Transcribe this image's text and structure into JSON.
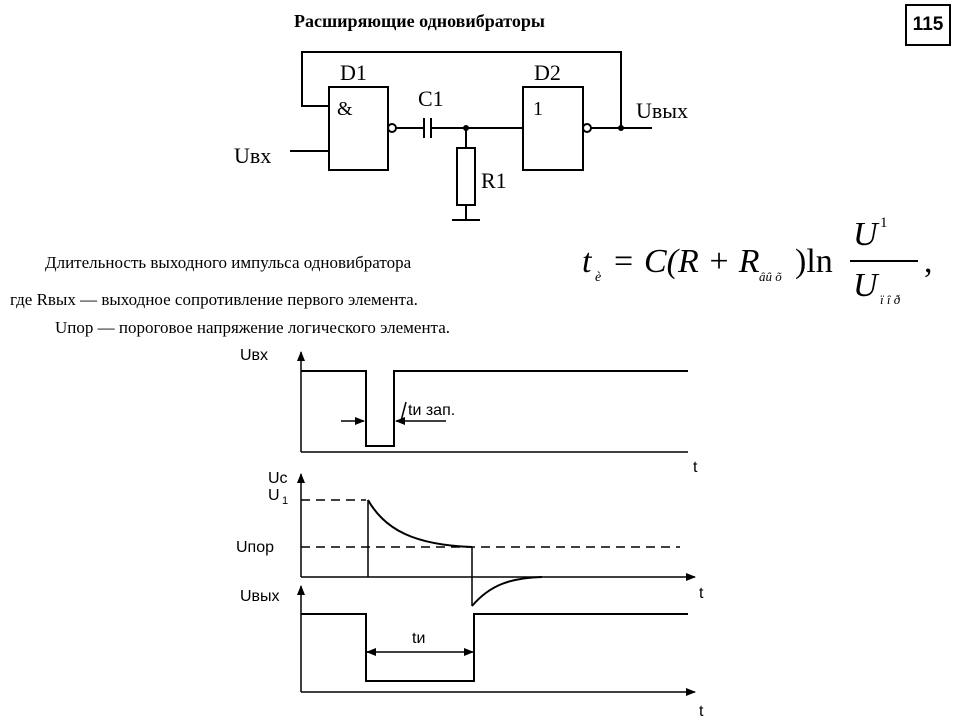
{
  "title": "Расширяющие одновибраторы",
  "page_number": "115",
  "circuit": {
    "d1_label": "D1",
    "d1_symbol": "&",
    "d2_label": "D2",
    "d2_symbol": "1",
    "c1_label": "C1",
    "r1_label": "R1",
    "input_label": "Uвх",
    "output_label": "Uвых"
  },
  "description": {
    "line1": "Длительность выходного импульса одновибратора",
    "line2": "где Rвых — выходное сопротивление первого элемента.",
    "line3": "Uпор — пороговое напряжение логического элемента."
  },
  "formula": {
    "lhs_symbol": "t",
    "lhs_subscript": "è",
    "equals": "=",
    "body": "C(R + R",
    "r_subscript": "âû õ",
    "close_ln": ")ln",
    "numerator": "U",
    "numerator_sup": "1",
    "denominator": "U",
    "denominator_sub": "ï î ð",
    "comma": ","
  },
  "timing": {
    "uin_label": "Uвх",
    "tiz_label": "tи зап.",
    "t_label": "t",
    "uc_label": "Uc",
    "u1_label": "U",
    "u1_sub": "1",
    "upor_label": "Uпор",
    "uout_label": "Uвых",
    "ti_label": "tи"
  }
}
